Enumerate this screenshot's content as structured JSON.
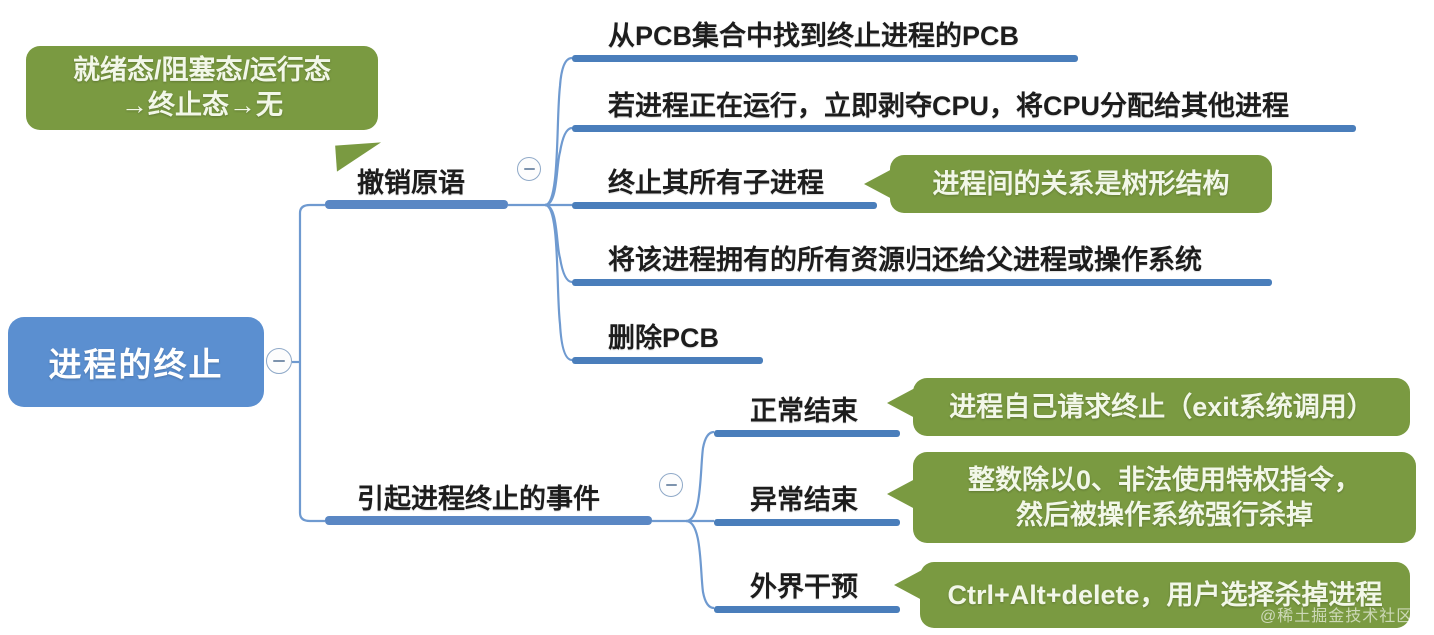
{
  "diagram": {
    "type": "mind-map",
    "title": "进程的终止",
    "root": {
      "label": "进程的终止",
      "color": "#5b8fd0",
      "text_color": "#ffffff",
      "collapse_icon": "minus-circle-icon",
      "collapsed": false
    },
    "branches": [
      {
        "id": "branch-revoke",
        "label": "撤销原语",
        "collapse_icon": "minus-circle-icon",
        "collapsed": false,
        "children": [
          {
            "id": "leaf-find-pcb",
            "label": "从PCB集合中找到终止进程的PCB"
          },
          {
            "id": "leaf-preempt-cpu",
            "label": "若进程正在运行，立即剥夺CPU，将CPU分配给其他进程"
          },
          {
            "id": "leaf-kill-children",
            "label": "终止其所有子进程"
          },
          {
            "id": "leaf-return-resources",
            "label": "将该进程拥有的所有资源归还给父进程或操作系统"
          },
          {
            "id": "leaf-delete-pcb",
            "label": "删除PCB"
          }
        ]
      },
      {
        "id": "branch-events",
        "label": "引起进程终止的事件",
        "collapse_icon": "minus-circle-icon",
        "collapsed": false,
        "children": [
          {
            "id": "leaf-normal-end",
            "label": "正常结束"
          },
          {
            "id": "leaf-abnormal-end",
            "label": "异常结束"
          },
          {
            "id": "leaf-external",
            "label": "外界干预"
          }
        ]
      }
    ],
    "callouts": [
      {
        "id": "callout-state-transition",
        "lines": [
          "就绪态/阻塞态/运行态",
          "→终止态→无"
        ],
        "color": "#7a9a41",
        "attached_to": "branch-revoke"
      },
      {
        "id": "callout-tree-structure",
        "lines": [
          "进程间的关系是树形结构"
        ],
        "color": "#7a9a41",
        "attached_to": "leaf-kill-children"
      },
      {
        "id": "callout-normal-end",
        "lines": [
          "进程自己请求终止（exit系统调用）"
        ],
        "color": "#7a9a41",
        "attached_to": "leaf-normal-end"
      },
      {
        "id": "callout-abnormal-end",
        "lines": [
          "整数除以0、非法使用特权指令，",
          "然后被操作系统强行杀掉"
        ],
        "color": "#7a9a41",
        "attached_to": "leaf-abnormal-end"
      },
      {
        "id": "callout-external",
        "lines": [
          "Ctrl+Alt+delete，用户选择杀掉进程"
        ],
        "color": "#7a9a41",
        "attached_to": "leaf-external"
      }
    ],
    "link_color": "#6f9ad0",
    "bar_color": "#4a7ebb",
    "background": "#ffffff"
  },
  "watermark": {
    "text": "@稀土掘金技术社区"
  }
}
